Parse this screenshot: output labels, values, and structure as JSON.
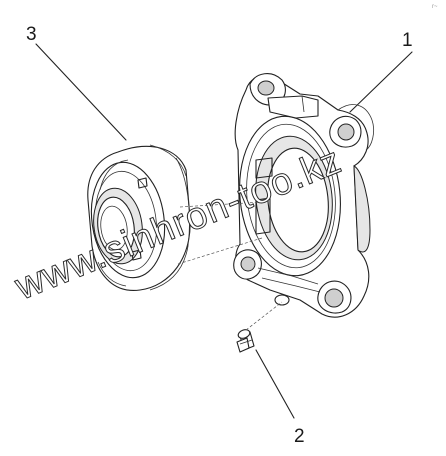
{
  "callouts": [
    {
      "id": "1",
      "label": "1"
    },
    {
      "id": "2",
      "label": "2"
    },
    {
      "id": "3",
      "label": "3"
    }
  ],
  "watermark": "www.sinhron-too.kz",
  "corner_mark": "r~",
  "colors": {
    "line": "#222222",
    "background": "#ffffff",
    "shade": "#e6e6e6"
  }
}
